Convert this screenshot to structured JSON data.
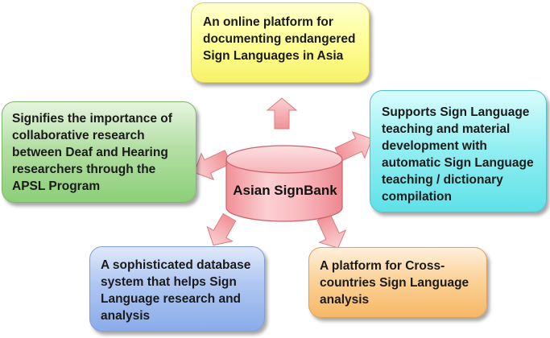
{
  "center": {
    "label": "Asian SignBank"
  },
  "boxes": {
    "top": "An online platform for\ndocumenting endangered\nSign Languages in Asia",
    "left": "Signifies the importance of\ncollaborative research\nbetween Deaf and Hearing\nresearchers through the\nAPSL Program",
    "right": "Supports Sign Language\nteaching and material\ndevelopment with\nautomatic Sign Language\nteaching / dictionary\ncompilation",
    "bottom_left": "A sophisticated database\nsystem that helps Sign\nLanguage research and\nanalysis",
    "bottom_right": "A platform for Cross-\ncountries Sign Language\nanalysis"
  },
  "colors": {
    "cylinder": "#f7a3a8",
    "arrow": "#f4a0a0",
    "yellow": "#ffff9a",
    "green": "#a9d99a",
    "cyan": "#8ceef1",
    "blue": "#a6c0f0",
    "orange": "#fbcc90"
  }
}
